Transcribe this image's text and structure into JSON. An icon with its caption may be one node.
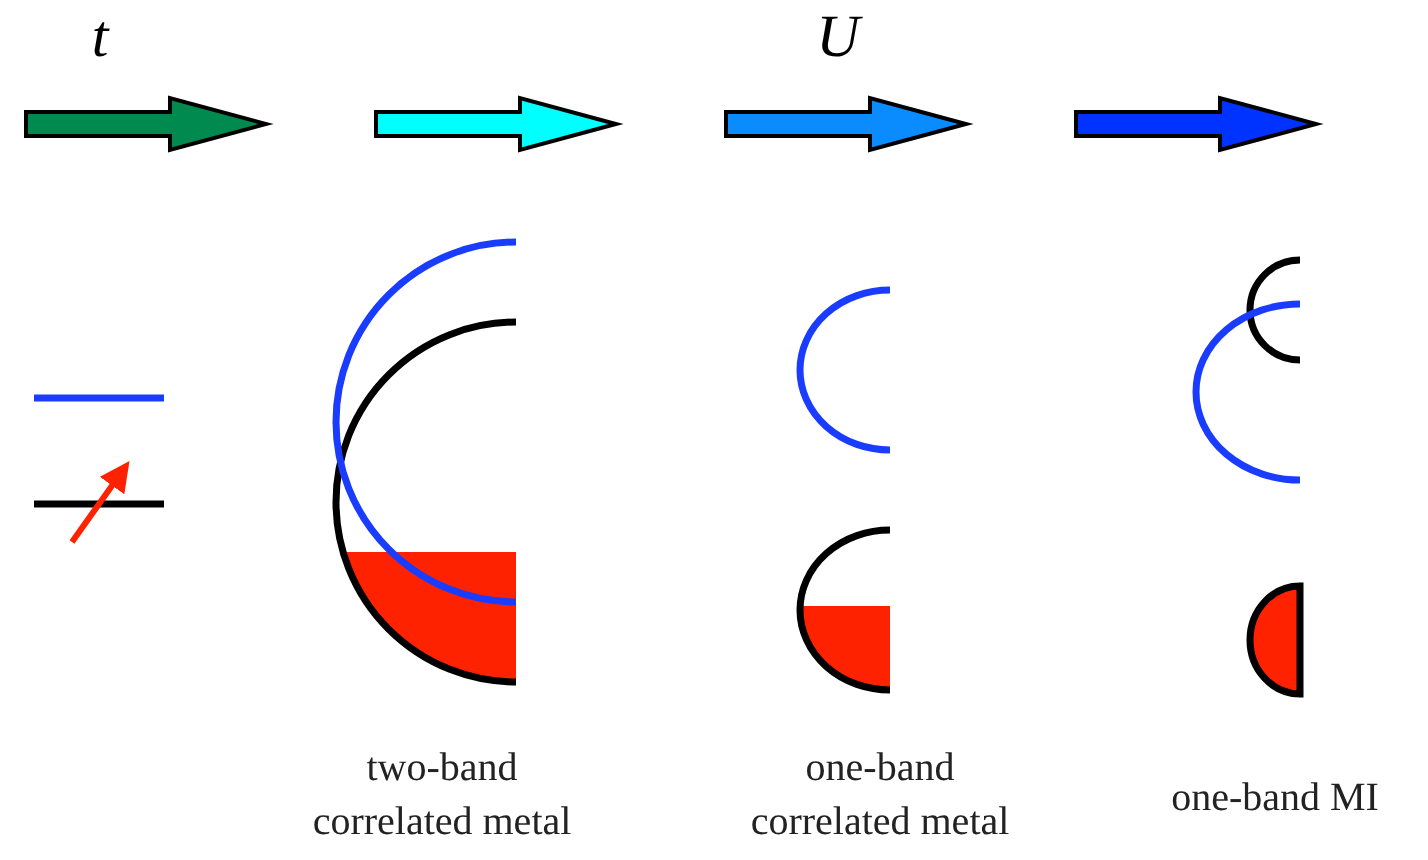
{
  "diagram": {
    "labels": [
      "t",
      "U",
      "two-band correlated metal",
      "one-band correlated metal",
      "one-band MI"
    ]
  }
}
